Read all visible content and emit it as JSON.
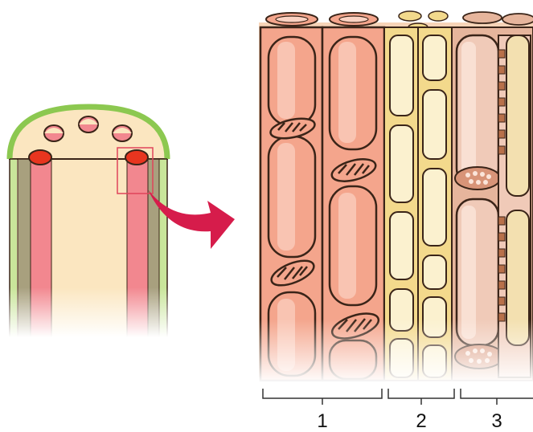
{
  "labels": [
    "1",
    "2",
    "3"
  ],
  "colors": {
    "sieve_tube_fill": "#f4a58c",
    "sieve_tube_outline": "#3a2418",
    "sieve_tube_highlight": "#fbd2c2",
    "companion_cell_fill": "#f3d98c",
    "companion_cell_inner": "#fbf1cf",
    "parenchyma_fill": "#e6b59c",
    "bark_green": "#8cc850",
    "pith_fill": "#fbe6c0",
    "vessel_pink": "#f2878f",
    "arrow_red": "#d61c4b",
    "highlight_box": "#e0445a"
  },
  "icons": [
    "stem-cross-section-icon",
    "zoom-arrow-icon"
  ]
}
